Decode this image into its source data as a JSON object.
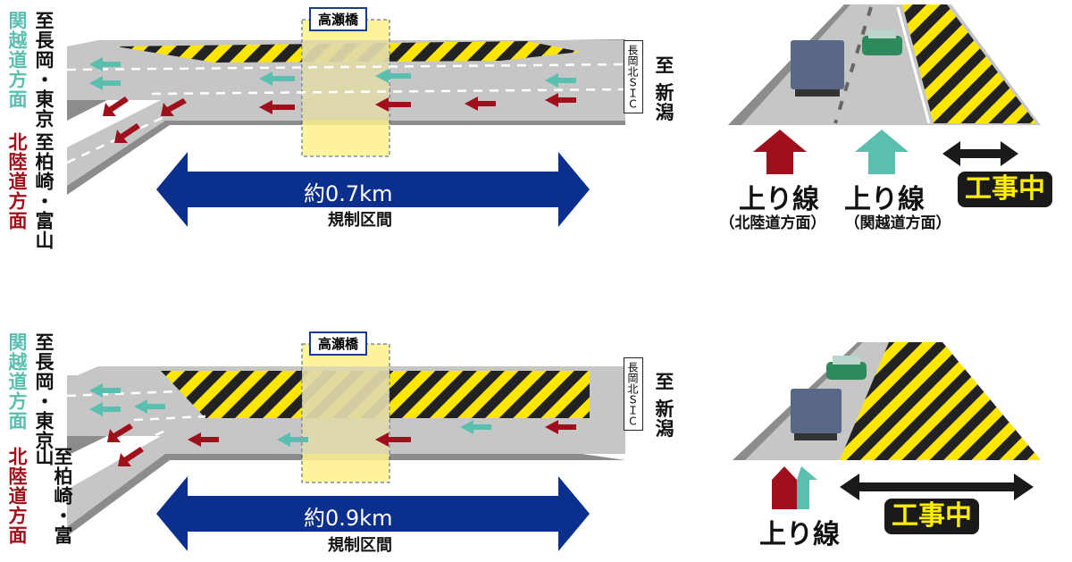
{
  "colors": {
    "kanetsu": "#5bbfb0",
    "hokuriku": "#a00f1c",
    "blue": "#0a2f8c",
    "hatch": "#ffe600",
    "bridge": "#fff38a"
  },
  "panels": [
    {
      "west_kanetsu": "関越道方面",
      "to_nagaoka": "至長岡・東京",
      "west_hokuriku": "北陸道方面",
      "to_kashiwazaki": "至柏崎・富山",
      "bridge": "高瀬橋",
      "sic": "長岡北ＳＩＣ",
      "to_niigata": "至 新潟",
      "distance": "約0.7km",
      "restriction": "規制区間",
      "legend": {
        "line1": "上り線",
        "line1_sub": "（北陸道方面）",
        "line2": "上り線",
        "line2_sub": "（関越道方面）",
        "construction": "工事中"
      }
    },
    {
      "west_kanetsu": "関越道方面",
      "to_nagaoka": "至長岡・東京",
      "west_hokuriku": "北陸道方面",
      "to_kashiwazaki": "至柏崎・富山",
      "bridge": "高瀬橋",
      "sic": "長岡北ＳＩＣ",
      "to_niigata": "至 新潟",
      "distance": "約0.9km",
      "restriction": "規制区間",
      "legend": {
        "line": "上り線",
        "construction": "工事中"
      }
    }
  ]
}
